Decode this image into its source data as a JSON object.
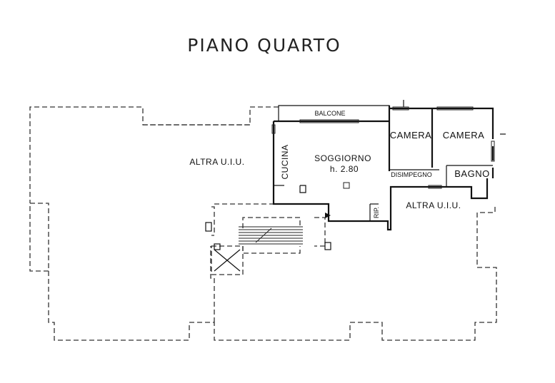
{
  "title": "PIANO QUARTO",
  "rooms": {
    "balcone": "BALCONE",
    "camera_1": "CAMERA",
    "camera_2": "CAMERA",
    "cucina": "CUCINA",
    "soggiorno": "SOGGIORNO",
    "soggiorno_height": "h. 2.80",
    "disimpegno": "DISIMPEGNO",
    "bagno": "BAGNO",
    "ripostiglio": "RIP.",
    "altra_uiu_left": "ALTRA U.I.U.",
    "altra_uiu_right": "ALTRA U.I.U."
  }
}
